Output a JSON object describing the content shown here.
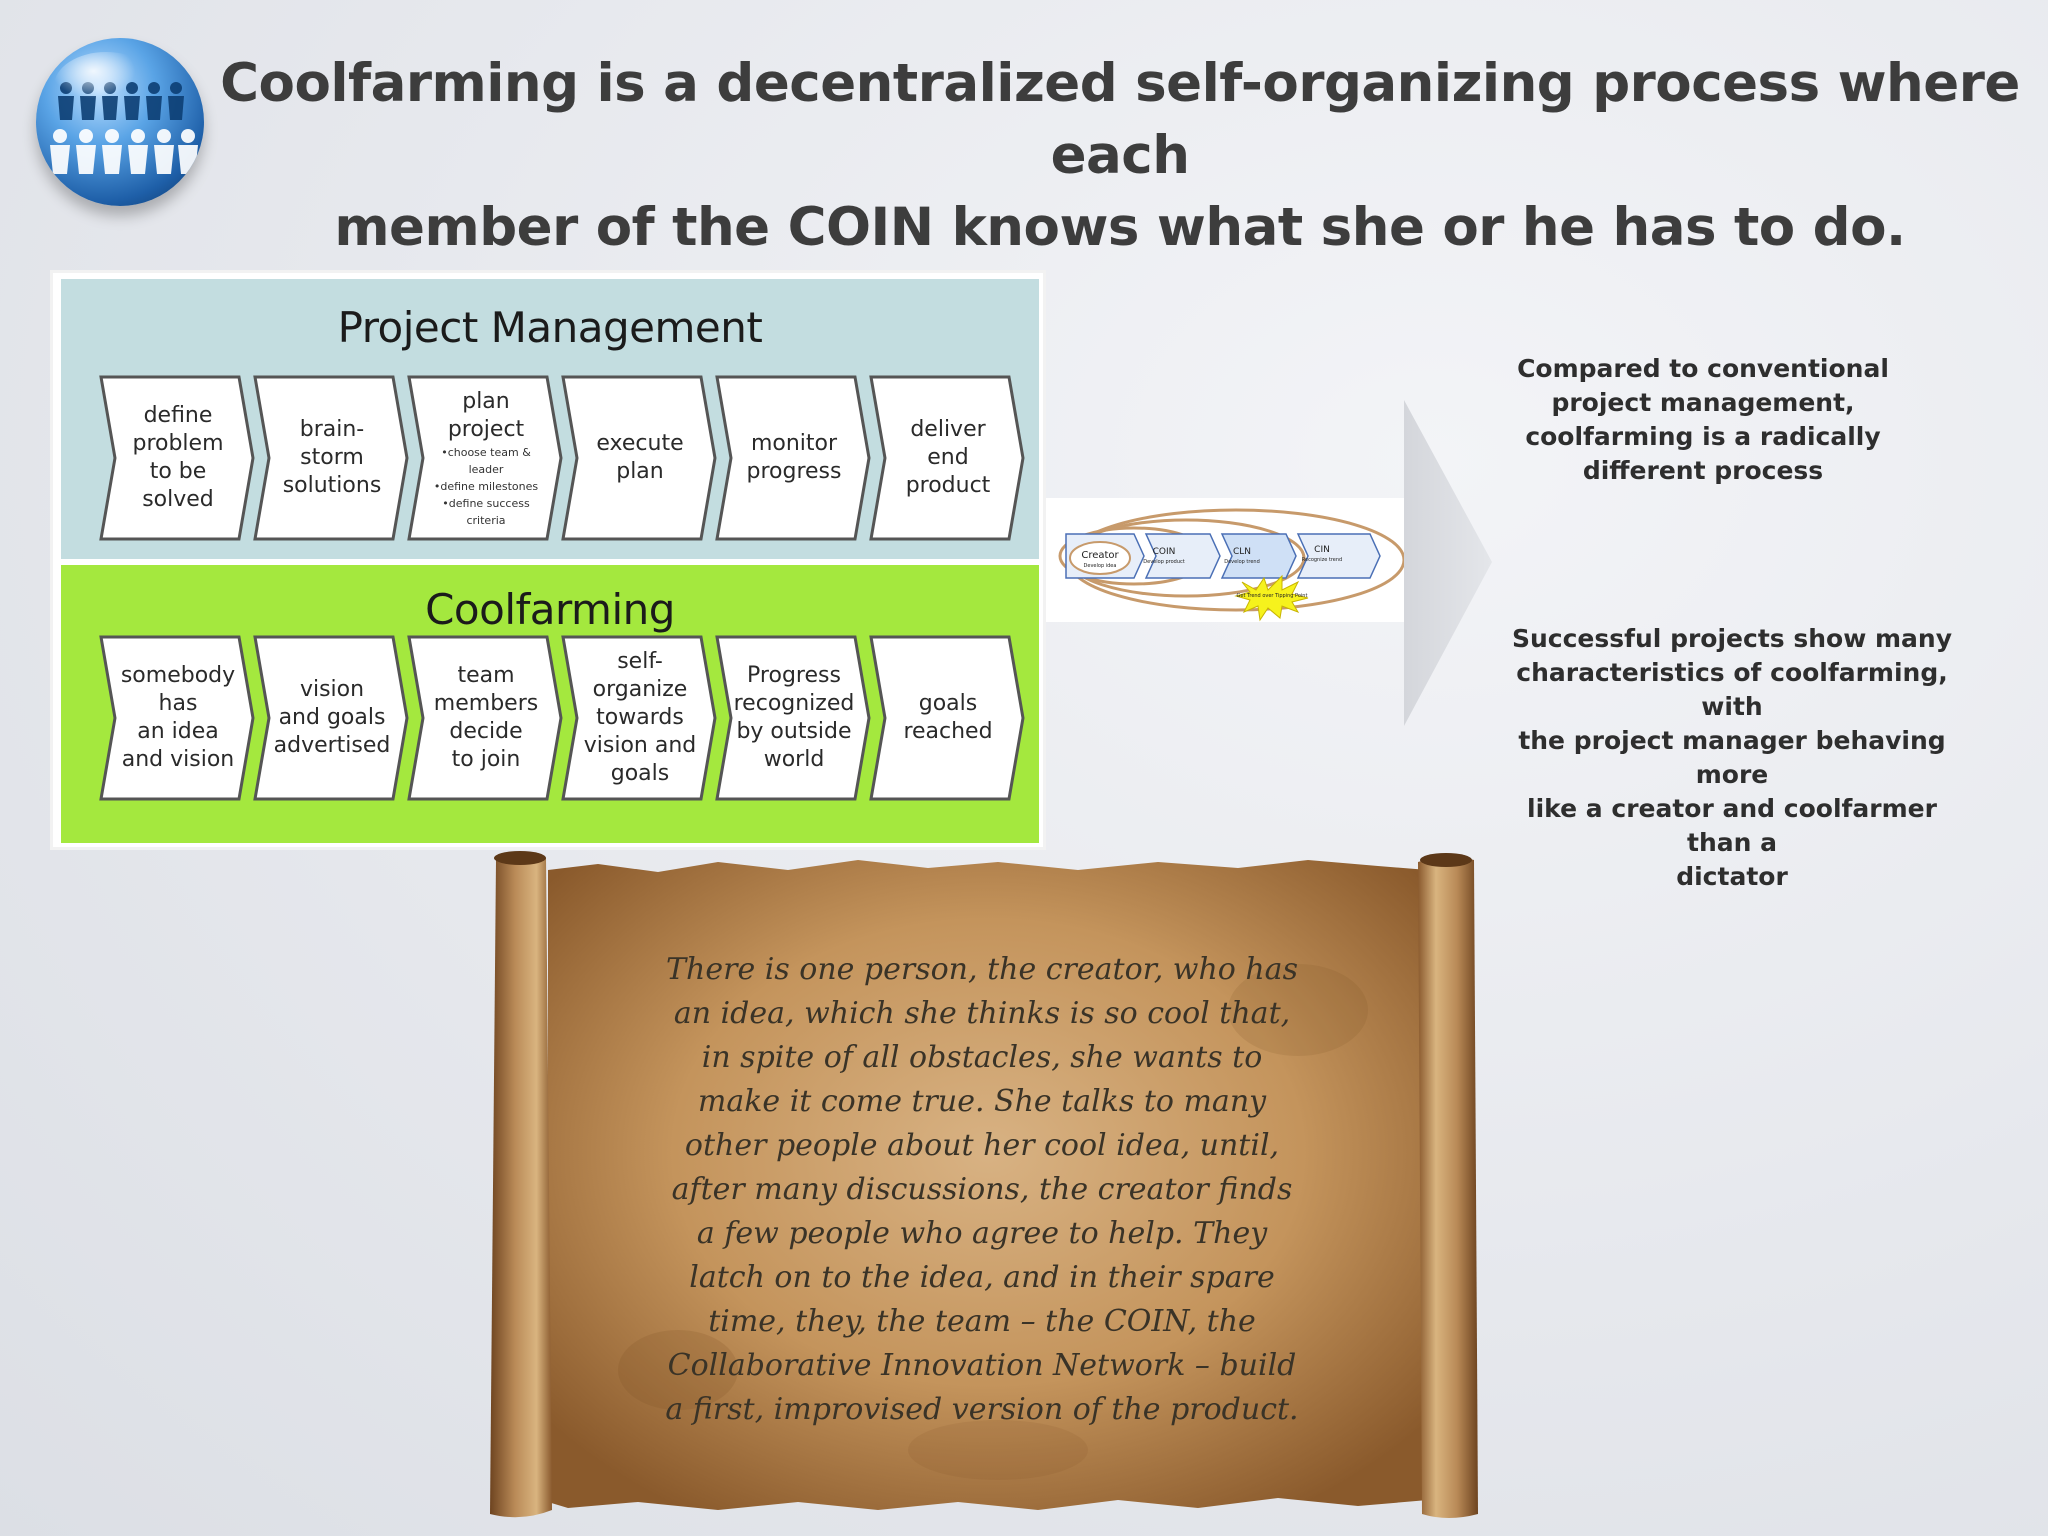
{
  "title": {
    "line1": "Coolfarming is a decentralized self-organizing process where each",
    "line2": "member of the COIN knows what she or he has to do."
  },
  "logo": {
    "icon": "people-globe-icon"
  },
  "diagram": {
    "project_management": {
      "title": "Project Management",
      "steps": [
        {
          "lines": [
            "define",
            "problem",
            "to be",
            "solved"
          ]
        },
        {
          "lines": [
            "brain-",
            "storm",
            "solutions"
          ]
        },
        {
          "lines": [
            "plan",
            "project"
          ],
          "sub": [
            "•choose team &",
            "leader",
            "•define milestones",
            "•define success",
            "criteria"
          ]
        },
        {
          "lines": [
            "execute",
            "plan"
          ]
        },
        {
          "lines": [
            "monitor",
            "progress"
          ]
        },
        {
          "lines": [
            "deliver",
            "end",
            "product"
          ]
        }
      ]
    },
    "coolfarming": {
      "title": "Coolfarming",
      "steps": [
        {
          "lines": [
            "somebody",
            "has",
            "an idea",
            "and vision"
          ]
        },
        {
          "lines": [
            "vision",
            "and goals",
            "advertised"
          ]
        },
        {
          "lines": [
            "team",
            "members",
            "decide",
            "to join"
          ]
        },
        {
          "lines": [
            "self-",
            "organize",
            "towards",
            "vision and",
            "goals"
          ]
        },
        {
          "lines": [
            "Progress",
            "recognized",
            "by outside",
            "world"
          ]
        },
        {
          "lines": [
            "goals",
            "reached"
          ]
        }
      ]
    }
  },
  "network_diagram": {
    "stages": [
      {
        "name": "Creator",
        "sub": "Develop idea"
      },
      {
        "name": "COIN",
        "sub": "Develop product"
      },
      {
        "name": "CLN",
        "sub": "Develop trend"
      },
      {
        "name": "CIN",
        "sub": "Recognize trend"
      }
    ],
    "starburst": "Get Trend over Tipping Point"
  },
  "side_text": {
    "top": [
      "Compared to conventional",
      "project management,",
      "coolfarming is a radically",
      "different process"
    ],
    "bottom": [
      "Successful projects show many",
      "characteristics of coolfarming, with",
      "the project manager behaving more",
      "like a creator and coolfarmer than a",
      "dictator"
    ]
  },
  "scroll": {
    "lines": [
      "There is one person, the creator, who has",
      "an idea, which she thinks is so cool that,",
      "in spite of all obstacles, she wants to",
      "make it come true. She talks to many",
      "other people about her cool idea, until,",
      "after many discussions, the creator finds",
      "a few people who agree to help. They",
      "latch on to the idea, and in their spare",
      "time, they, the team – the COIN, the",
      "Collaborative Innovation Network – build",
      "a first, improvised version of the product."
    ]
  },
  "colors": {
    "title": "#3d3d3d",
    "pm_band": "#c3dde0",
    "cf_band": "#a4e83e",
    "scroll_parchment": "#c89a62",
    "scroll_text": "#3a3327"
  }
}
